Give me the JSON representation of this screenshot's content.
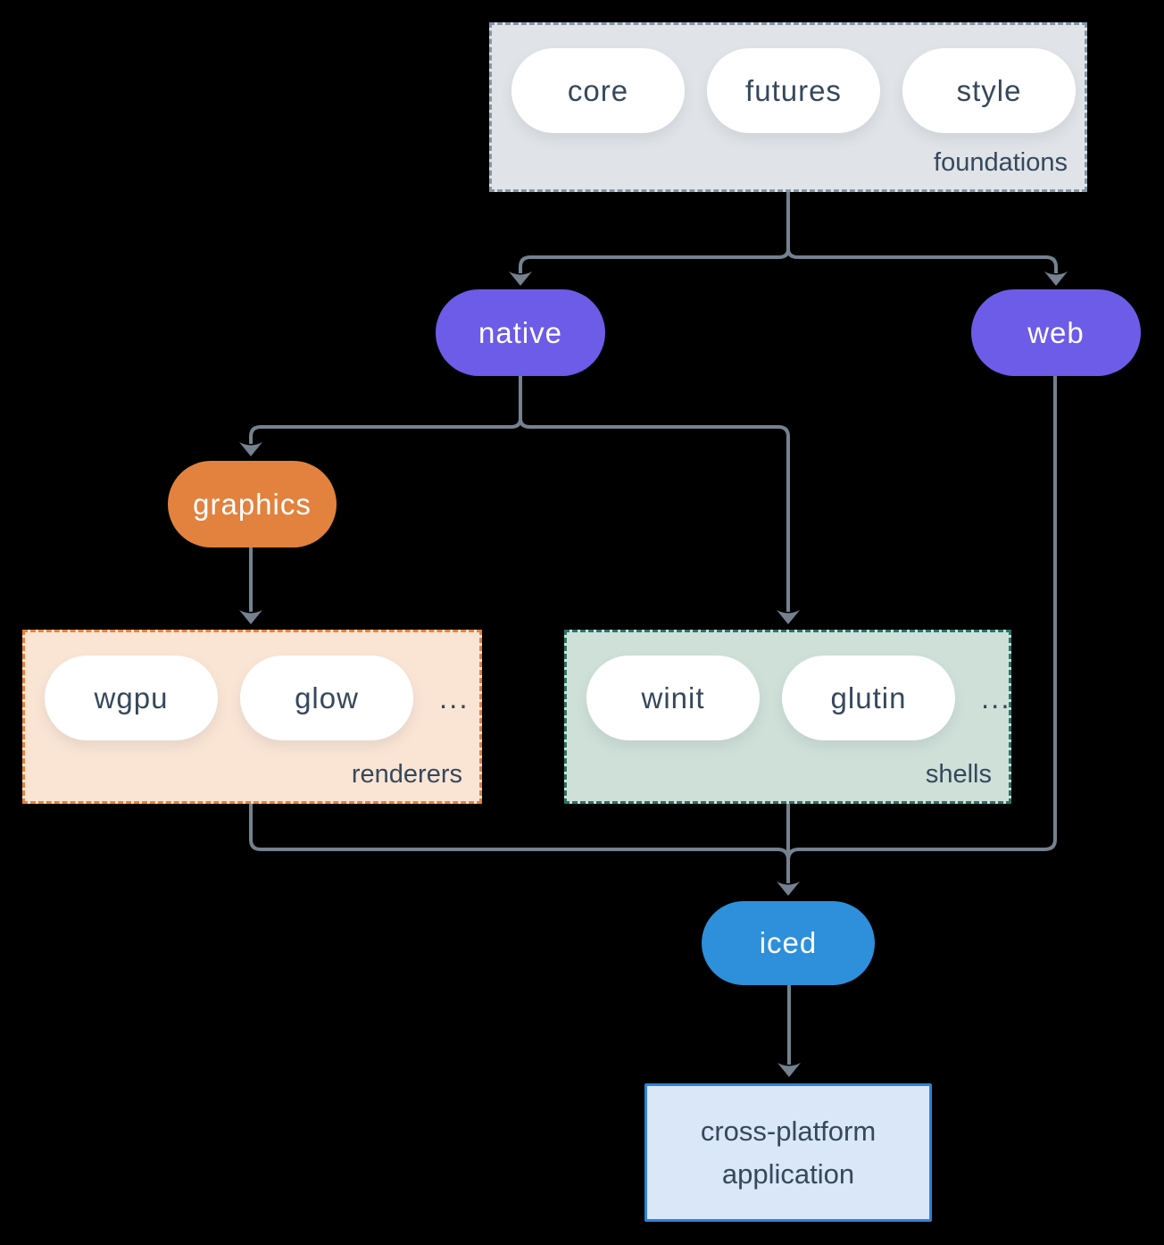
{
  "groups": {
    "foundations": {
      "label": "foundations",
      "pills": [
        "core",
        "futures",
        "style"
      ]
    },
    "renderers": {
      "label": "renderers",
      "pills": [
        "wgpu",
        "glow"
      ],
      "ellipsis": "..."
    },
    "shells": {
      "label": "shells",
      "pills": [
        "winit",
        "glutin"
      ],
      "ellipsis": "..."
    }
  },
  "nodes": {
    "native": "native",
    "web": "web",
    "graphics": "graphics",
    "iced": "iced",
    "application": [
      "cross-platform",
      "application"
    ]
  },
  "colors": {
    "background": "#000000",
    "arrow": "#75818f",
    "text_dark": "#36485c",
    "text_light": "#ffffff",
    "foundations_fill": "#e0e4e8",
    "foundations_border": "#8596a6",
    "renderers_fill": "#fae5d5",
    "renderers_border": "#e8823c",
    "shells_fill": "#cfe0d9",
    "shells_border": "#2b7466",
    "node_purple": "#6c5ce7",
    "node_orange": "#e2823e",
    "node_blue": "#2e8fdb",
    "application_fill": "#d9e7f8",
    "application_border": "#2e82d8"
  }
}
